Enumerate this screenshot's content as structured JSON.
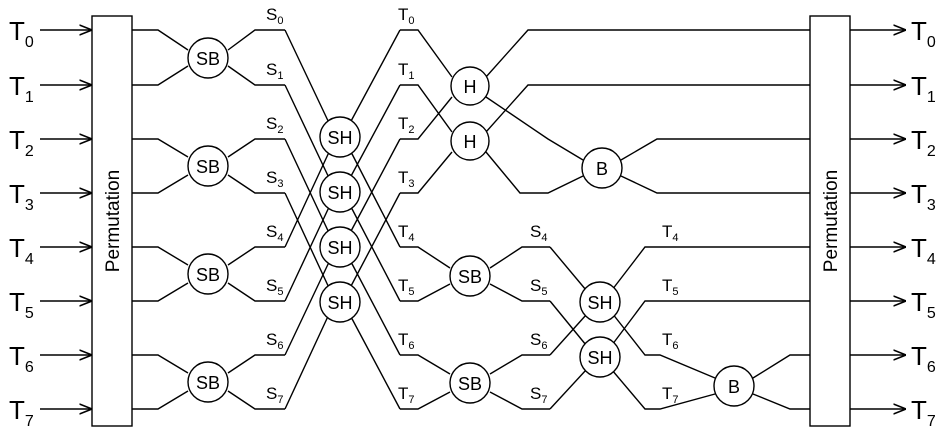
{
  "permutation_label": "Permutation",
  "inputs": [
    {
      "base": "T",
      "sub": "0"
    },
    {
      "base": "T",
      "sub": "1"
    },
    {
      "base": "T",
      "sub": "2"
    },
    {
      "base": "T",
      "sub": "3"
    },
    {
      "base": "T",
      "sub": "4"
    },
    {
      "base": "T",
      "sub": "5"
    },
    {
      "base": "T",
      "sub": "6"
    },
    {
      "base": "T",
      "sub": "7"
    }
  ],
  "outputs": [
    {
      "base": "T",
      "sub": "0"
    },
    {
      "base": "T",
      "sub": "1"
    },
    {
      "base": "T",
      "sub": "2"
    },
    {
      "base": "T",
      "sub": "3"
    },
    {
      "base": "T",
      "sub": "4"
    },
    {
      "base": "T",
      "sub": "5"
    },
    {
      "base": "T",
      "sub": "6"
    },
    {
      "base": "T",
      "sub": "7"
    }
  ],
  "stage1_labels": [
    {
      "base": "S",
      "sub": "0"
    },
    {
      "base": "S",
      "sub": "1"
    },
    {
      "base": "S",
      "sub": "2"
    },
    {
      "base": "S",
      "sub": "3"
    },
    {
      "base": "S",
      "sub": "4"
    },
    {
      "base": "S",
      "sub": "5"
    },
    {
      "base": "S",
      "sub": "6"
    },
    {
      "base": "S",
      "sub": "7"
    }
  ],
  "stage2_labels": [
    {
      "base": "T",
      "sub": "0"
    },
    {
      "base": "T",
      "sub": "1"
    },
    {
      "base": "T",
      "sub": "2"
    },
    {
      "base": "T",
      "sub": "3"
    },
    {
      "base": "T",
      "sub": "4"
    },
    {
      "base": "T",
      "sub": "5"
    },
    {
      "base": "T",
      "sub": "6"
    },
    {
      "base": "T",
      "sub": "7"
    }
  ],
  "stage3_labels": [
    {
      "base": "S",
      "sub": "4"
    },
    {
      "base": "S",
      "sub": "5"
    },
    {
      "base": "S",
      "sub": "6"
    },
    {
      "base": "S",
      "sub": "7"
    }
  ],
  "stage4_labels": [
    {
      "base": "T",
      "sub": "4"
    },
    {
      "base": "T",
      "sub": "5"
    },
    {
      "base": "T",
      "sub": "6"
    },
    {
      "base": "T",
      "sub": "7"
    }
  ],
  "nodes": {
    "sb_left": [
      "SB",
      "SB",
      "SB",
      "SB"
    ],
    "sh_mid": [
      "SH",
      "SH",
      "SH",
      "SH"
    ],
    "h": [
      "H",
      "H"
    ],
    "b_top": "B",
    "sb_right": [
      "SB",
      "SB"
    ],
    "sh_right": [
      "SH",
      "SH"
    ],
    "b_bottom": "B"
  }
}
